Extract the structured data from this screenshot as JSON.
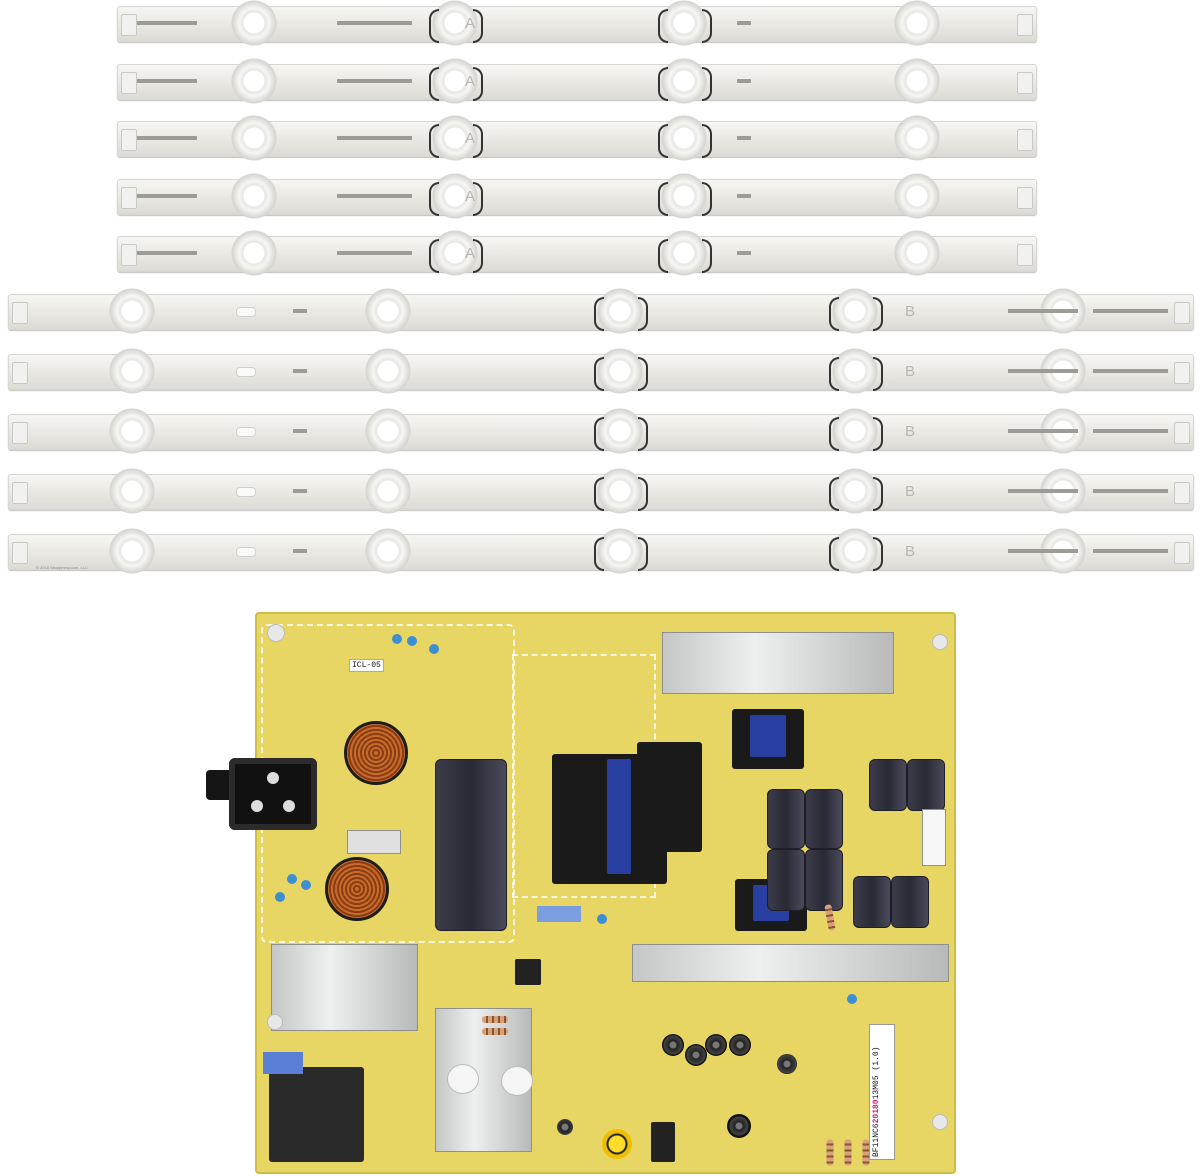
{
  "image": {
    "strips_a": {
      "count": 5,
      "letter": "A",
      "led_count": 4
    },
    "strips_b": {
      "count": 5,
      "letter": "B",
      "led_count": 5
    },
    "watermark": "© 2018 Shopjimmy.com, LLC",
    "pcb": {
      "sticker_left": "ICL-05",
      "barcode_prefix": "BF11NC6",
      "barcode_pink": "20180",
      "barcode_suffix": "13M05 (1.0)"
    }
  }
}
